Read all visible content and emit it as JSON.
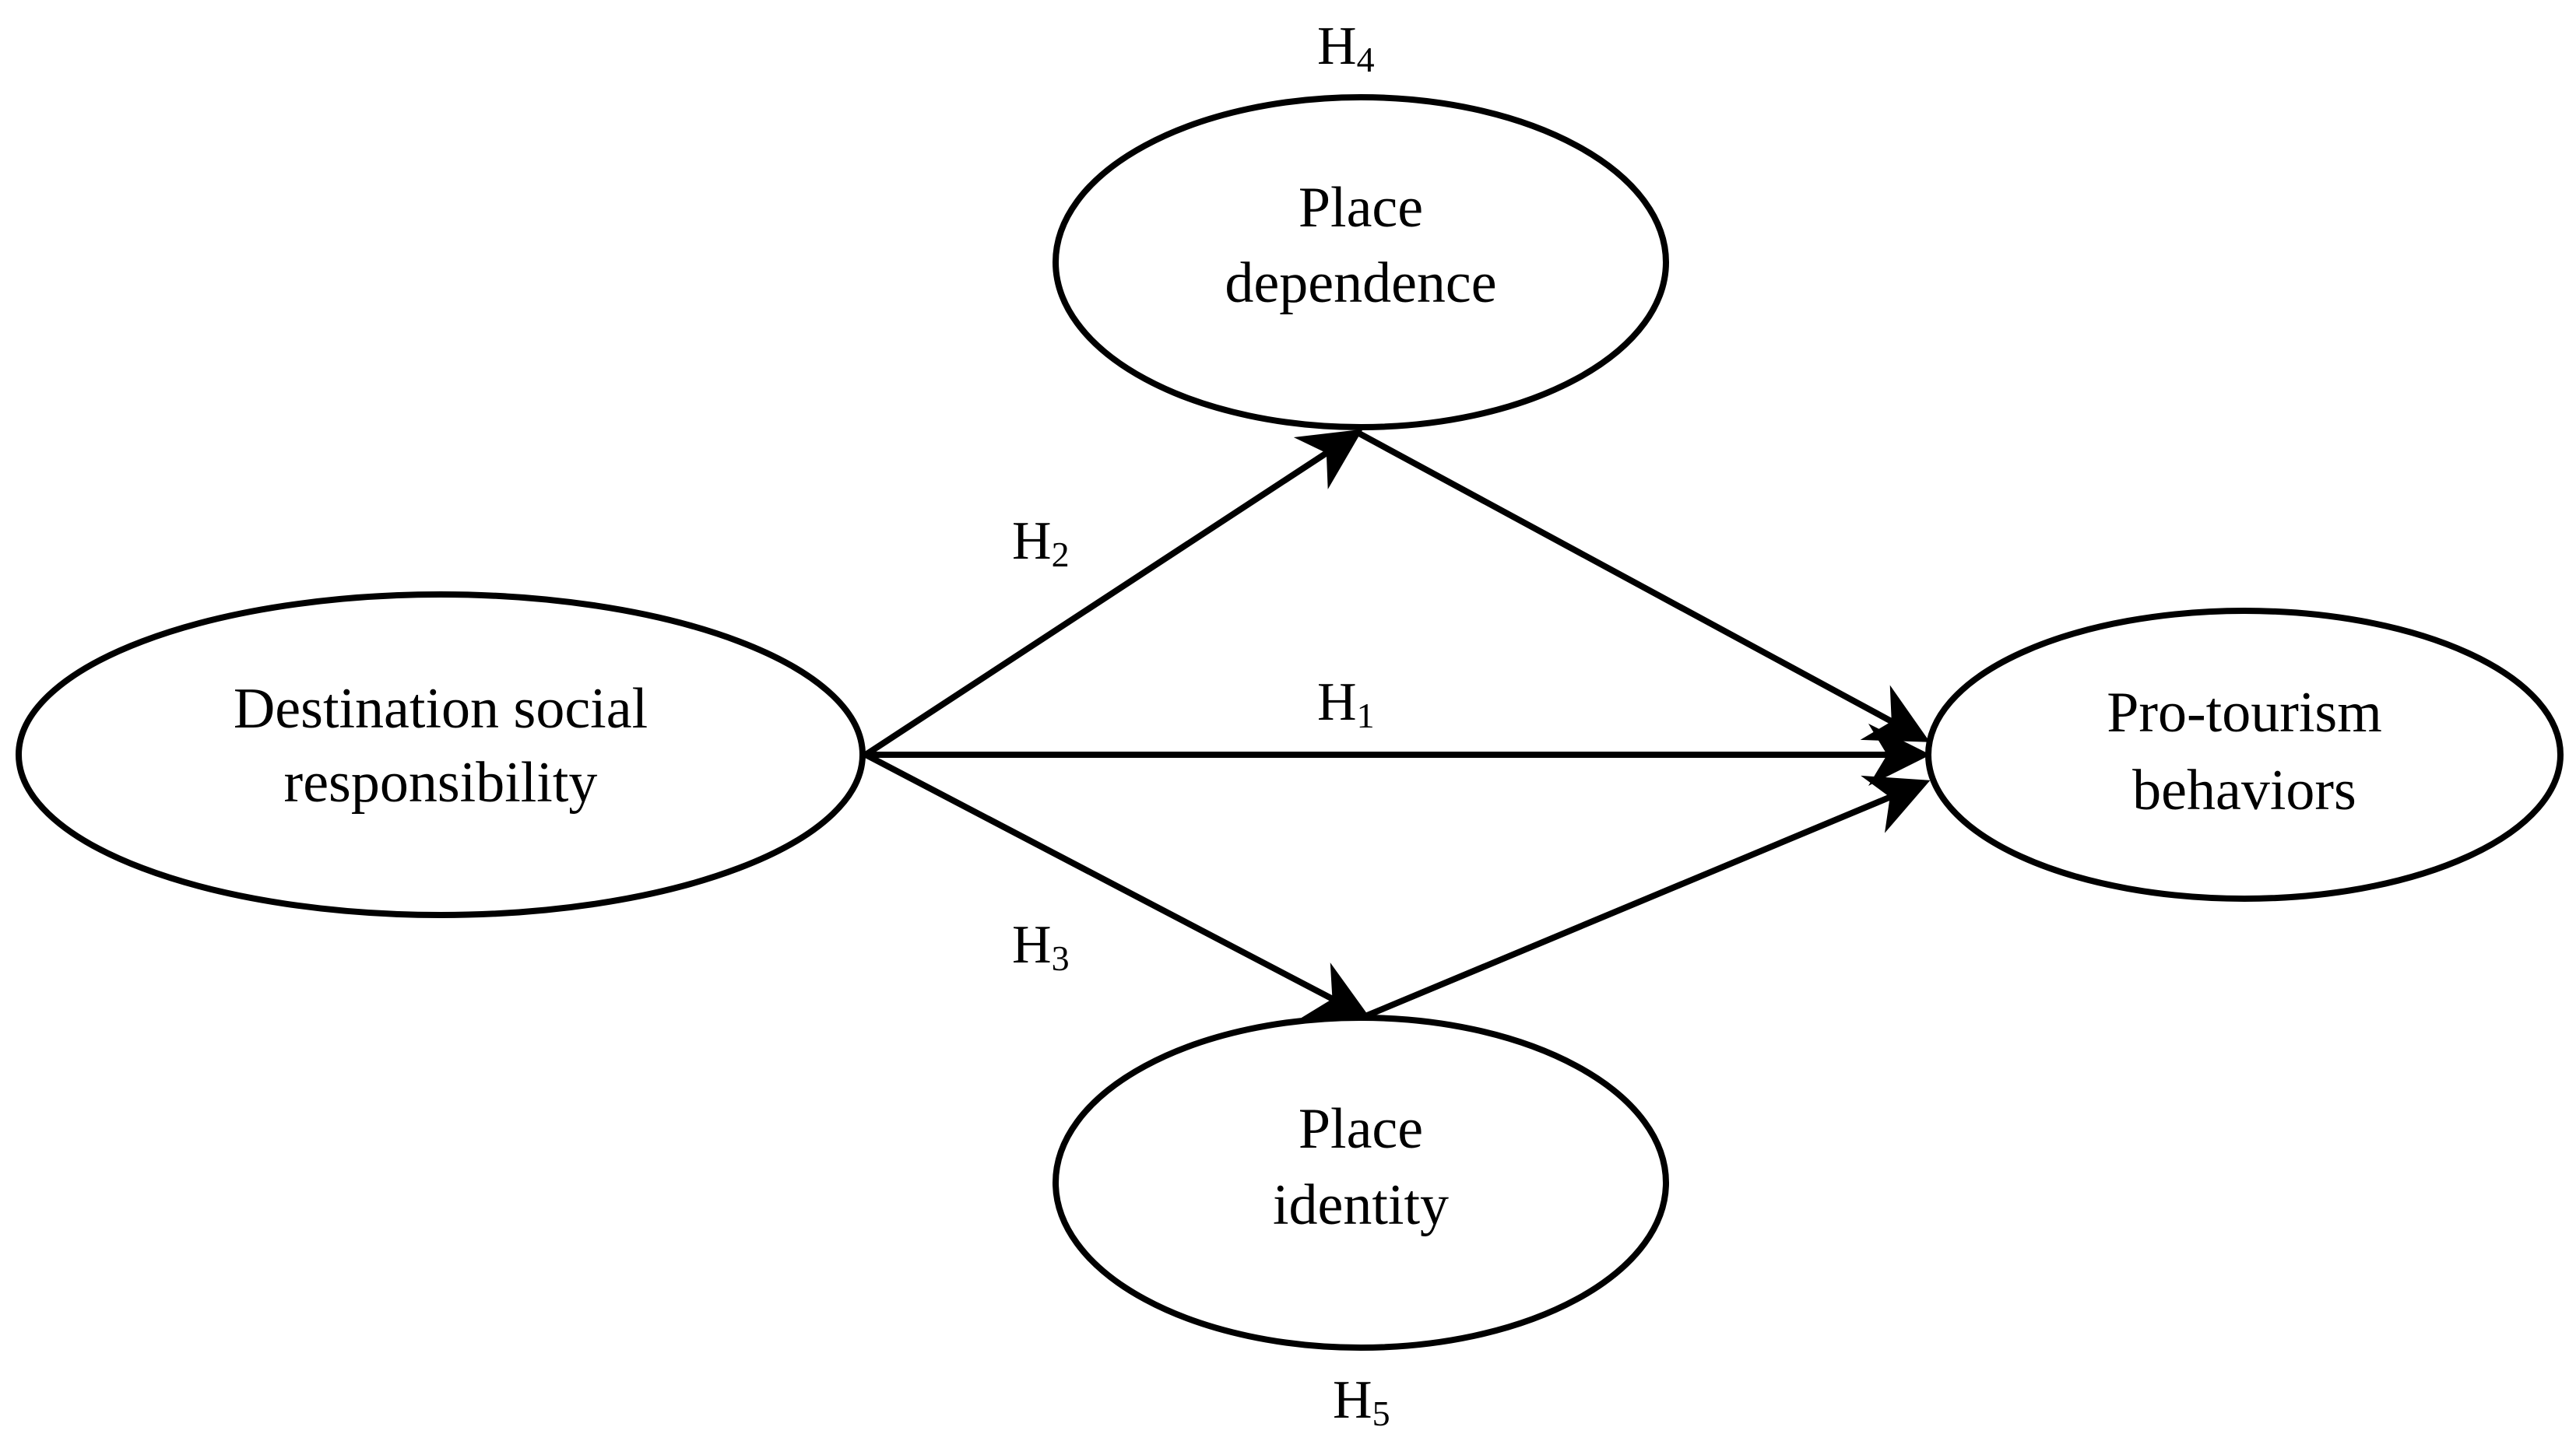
{
  "diagram": {
    "nodes": {
      "dsr": {
        "line1": "Destination social",
        "line2": "responsibility"
      },
      "pd": {
        "line1": "Place",
        "line2": "dependence"
      },
      "pi": {
        "line1": "Place",
        "line2": "identity"
      },
      "ptb": {
        "line1": "Pro-tourism",
        "line2": "behaviors"
      }
    },
    "hypotheses": {
      "h1": {
        "letter": "H",
        "sub": "1"
      },
      "h2": {
        "letter": "H",
        "sub": "2"
      },
      "h3": {
        "letter": "H",
        "sub": "3"
      },
      "h4": {
        "letter": "H",
        "sub": "4"
      },
      "h5": {
        "letter": "H",
        "sub": "5"
      }
    },
    "edges": [
      {
        "from": "dsr",
        "to": "pd",
        "hypothesis": "h2"
      },
      {
        "from": "dsr",
        "to": "ptb",
        "hypothesis": "h1"
      },
      {
        "from": "dsr",
        "to": "pi",
        "hypothesis": "h3"
      },
      {
        "from": "pd",
        "to": "ptb",
        "hypothesis": ""
      },
      {
        "from": "pi",
        "to": "ptb",
        "hypothesis": ""
      }
    ],
    "mediation_hypotheses": [
      {
        "via": "pd",
        "hypothesis": "h4"
      },
      {
        "via": "pi",
        "hypothesis": "h5"
      }
    ],
    "colors": {
      "stroke": "#000000",
      "fill": "#ffffff",
      "text": "#000000"
    }
  }
}
